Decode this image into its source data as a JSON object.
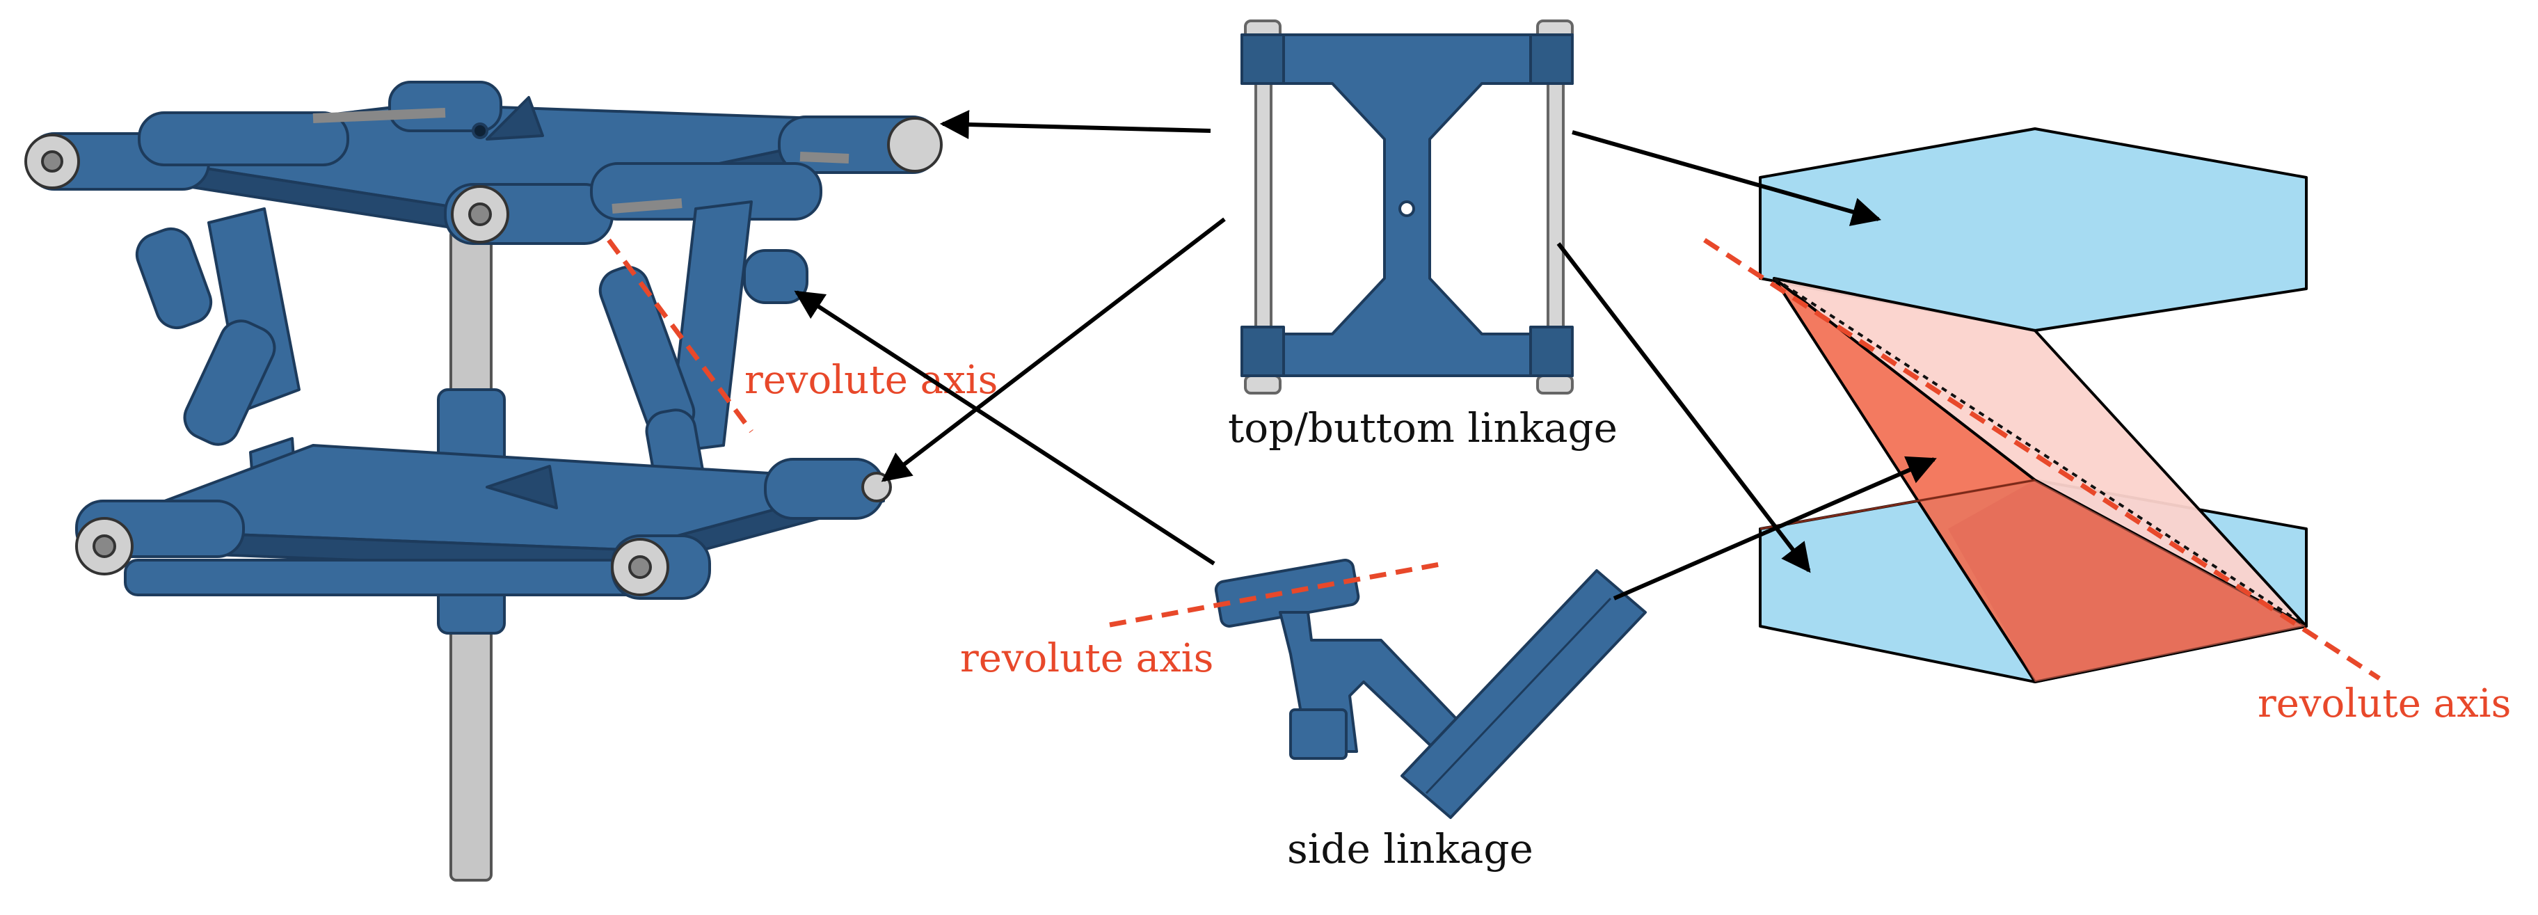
{
  "colors": {
    "link_blue": "#386a9b",
    "link_blue_dark": "#24486e",
    "rod_gray": "#c6c6c6",
    "axis_red": "#e8482a",
    "box_cyan": "#a6dbf2",
    "plane_light": "#fbd3cc",
    "plane_strong": "#f26c4f",
    "plane_dark": "#e36b56",
    "arrow": "#000000"
  },
  "labels": {
    "revolute_axis_assembly": "revolute axis",
    "top_bottom_linkage": "top/buttom linkage",
    "revolute_axis_side": "revolute axis",
    "side_linkage": "side linkage",
    "revolute_axis_schematic": "revolute axis"
  }
}
